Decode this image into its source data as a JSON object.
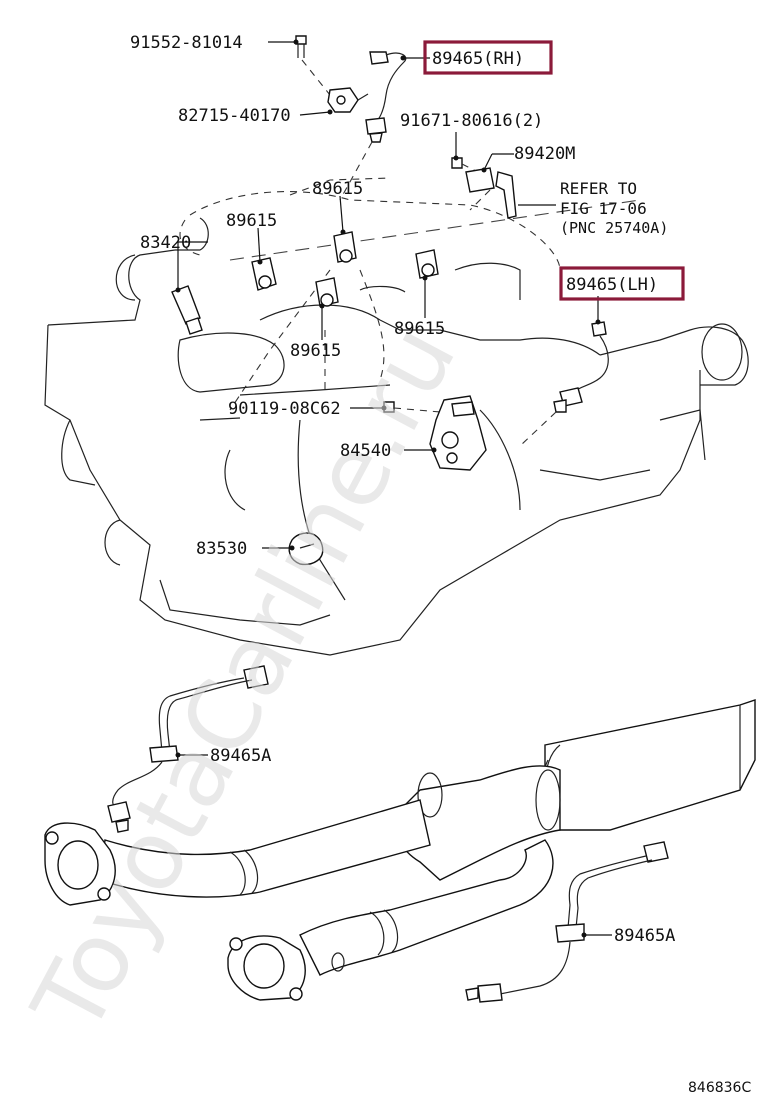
{
  "labels": {
    "bolt_rh": "91552-81014",
    "bracket_rh": "82715-40170",
    "sensor_rh": "89465(RH)",
    "bolt_2": "91671-80616(2)",
    "sensor_89420m": "89420M",
    "refer_line1": "REFER TO",
    "refer_line2": "FIG 17-06",
    "refer_line3": "(PNC 25740A)",
    "knock_1": "89615",
    "knock_2": "89615",
    "knock_3": "89615",
    "knock_4": "89615",
    "temp_sensor": "83420",
    "sensor_lh": "89465(LH)",
    "bolt_tps": "90119-08C62",
    "throttle_sensor": "84540",
    "oil_switch": "83530",
    "sensor_a_left": "89465A",
    "sensor_a_right": "89465A",
    "figure_code": "846836C"
  },
  "watermark": "ToyotaCarline.ru",
  "colors": {
    "highlight": "#8b1a3a",
    "line": "#111111",
    "watermark": "#d8d8d8"
  }
}
